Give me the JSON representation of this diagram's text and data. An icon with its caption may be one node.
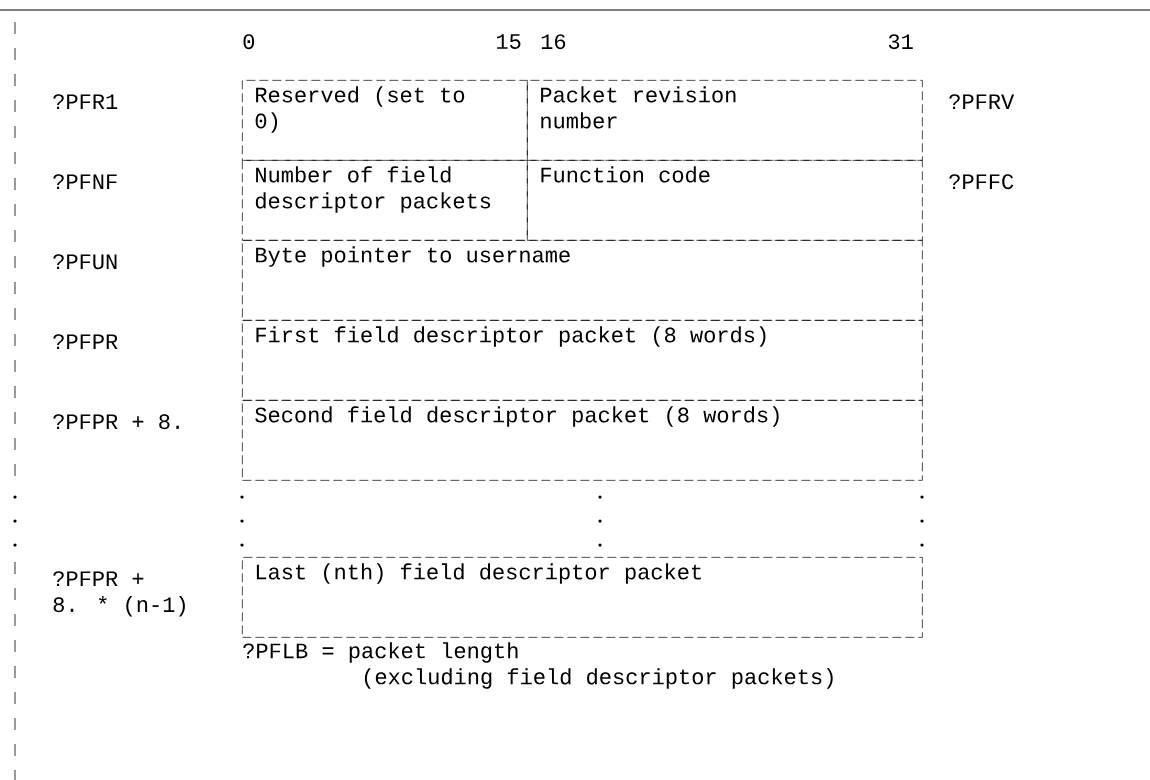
{
  "diagram": {
    "nodes": [
      {
        "text": [
          "Reserved (set to 0)"
        ]
      },
      {
        "text": [
          "Packet revision number"
        ]
      },
      {
        "text": [
          "Number of field descriptor packets"
        ]
      },
      {
        "text": [
          "Function code"
        ]
      },
      {
        "text": [
          "Byte pointer to username"
        ]
      },
      {
        "text": [
          "First field descriptor packet (8 words)"
        ]
      },
      {
        "text": [
          "Second field descriptor packet (8 words)"
        ]
      },
      {
        "text": [
          "Last (nth) field descriptor packet"
        ]
      }
    ],
    "edges": [],
    "labels": [
      "0",
      "15",
      "16",
      "31",
      "?PFR1",
      "?PFRV",
      "?PFNF",
      "?PFFC",
      "?PFUN",
      "?PFPR",
      "?PFPR + 8.",
      "?PFPR + 8. * (n-1)",
      "?PFLB = packet length (excluding field descriptor packets)"
    ]
  }
}
